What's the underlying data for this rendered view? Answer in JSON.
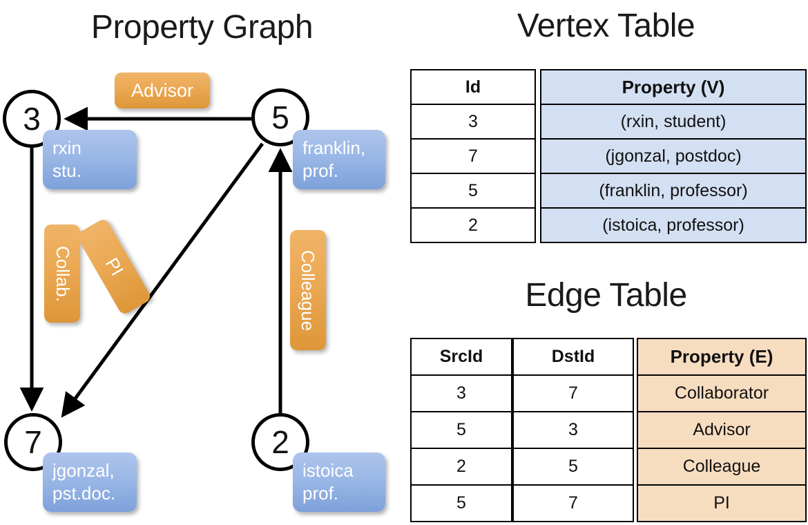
{
  "titles": {
    "graph": "Property Graph",
    "vertex_table": "Vertex Table",
    "edge_table": "Edge Table"
  },
  "colors": {
    "vertex_property_fill": "#d3dff2",
    "edge_property_fill": "#f7ddc0",
    "node_property_box": "#9ab7e6",
    "relationship_box": "#eaa750",
    "stroke": "#000000"
  },
  "graph": {
    "nodes": [
      {
        "id": "3",
        "label_line1": "rxin",
        "label_line2": "stu."
      },
      {
        "id": "5",
        "label_line1": "franklin,",
        "label_line2": "prof."
      },
      {
        "id": "7",
        "label_line1": "jgonzal,",
        "label_line2": "pst.doc."
      },
      {
        "id": "2",
        "label_line1": "istoica",
        "label_line2": "prof."
      }
    ],
    "edges": [
      {
        "src": "5",
        "dst": "3",
        "label": "Advisor"
      },
      {
        "src": "3",
        "dst": "7",
        "label": "Collab."
      },
      {
        "src": "5",
        "dst": "7",
        "label": "PI"
      },
      {
        "src": "2",
        "dst": "5",
        "label": "Colleague"
      }
    ]
  },
  "vertex_table": {
    "headers": [
      "Id",
      "Property (V)"
    ],
    "rows": [
      {
        "id": "3",
        "property": "(rxin, student)"
      },
      {
        "id": "7",
        "property": "(jgonzal, postdoc)"
      },
      {
        "id": "5",
        "property": "(franklin, professor)"
      },
      {
        "id": "2",
        "property": "(istoica, professor)"
      }
    ]
  },
  "edge_table": {
    "headers": [
      "SrcId",
      "DstId",
      "Property (E)"
    ],
    "rows": [
      {
        "src": "3",
        "dst": "7",
        "property": "Collaborator"
      },
      {
        "src": "5",
        "dst": "3",
        "property": "Advisor"
      },
      {
        "src": "2",
        "dst": "5",
        "property": "Colleague"
      },
      {
        "src": "5",
        "dst": "7",
        "property": "PI"
      }
    ]
  }
}
